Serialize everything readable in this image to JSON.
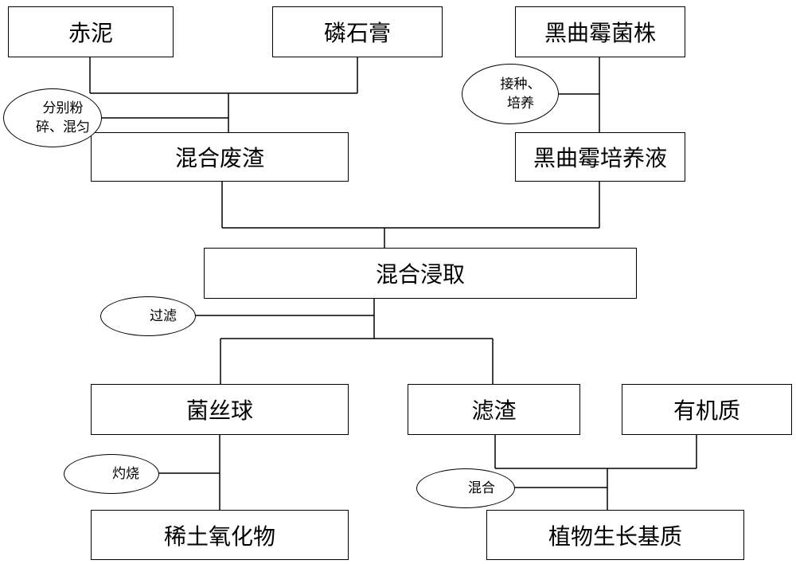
{
  "nodes": {
    "red_mud": "赤泥",
    "phosphogypsum": "磷石膏",
    "aspergillus_strain": "黑曲霉菌株",
    "mixed_waste": "混合废渣",
    "aspergillus_culture": "黑曲霉培养液",
    "mixed_leaching": "混合浸取",
    "mycelium_pellets": "菌丝球",
    "filter_residue": "滤渣",
    "organic_matter": "有机质",
    "rare_earth_oxide": "稀土氧化物",
    "plant_substrate": "植物生长基质"
  },
  "annotations": {
    "crush_mix_line1": "分别粉",
    "crush_mix_line2": "碎、混匀",
    "inoculate_line1": "接种、",
    "inoculate_line2": "培养",
    "filter": "过滤",
    "burn": "灼烧",
    "mix": "混合"
  }
}
